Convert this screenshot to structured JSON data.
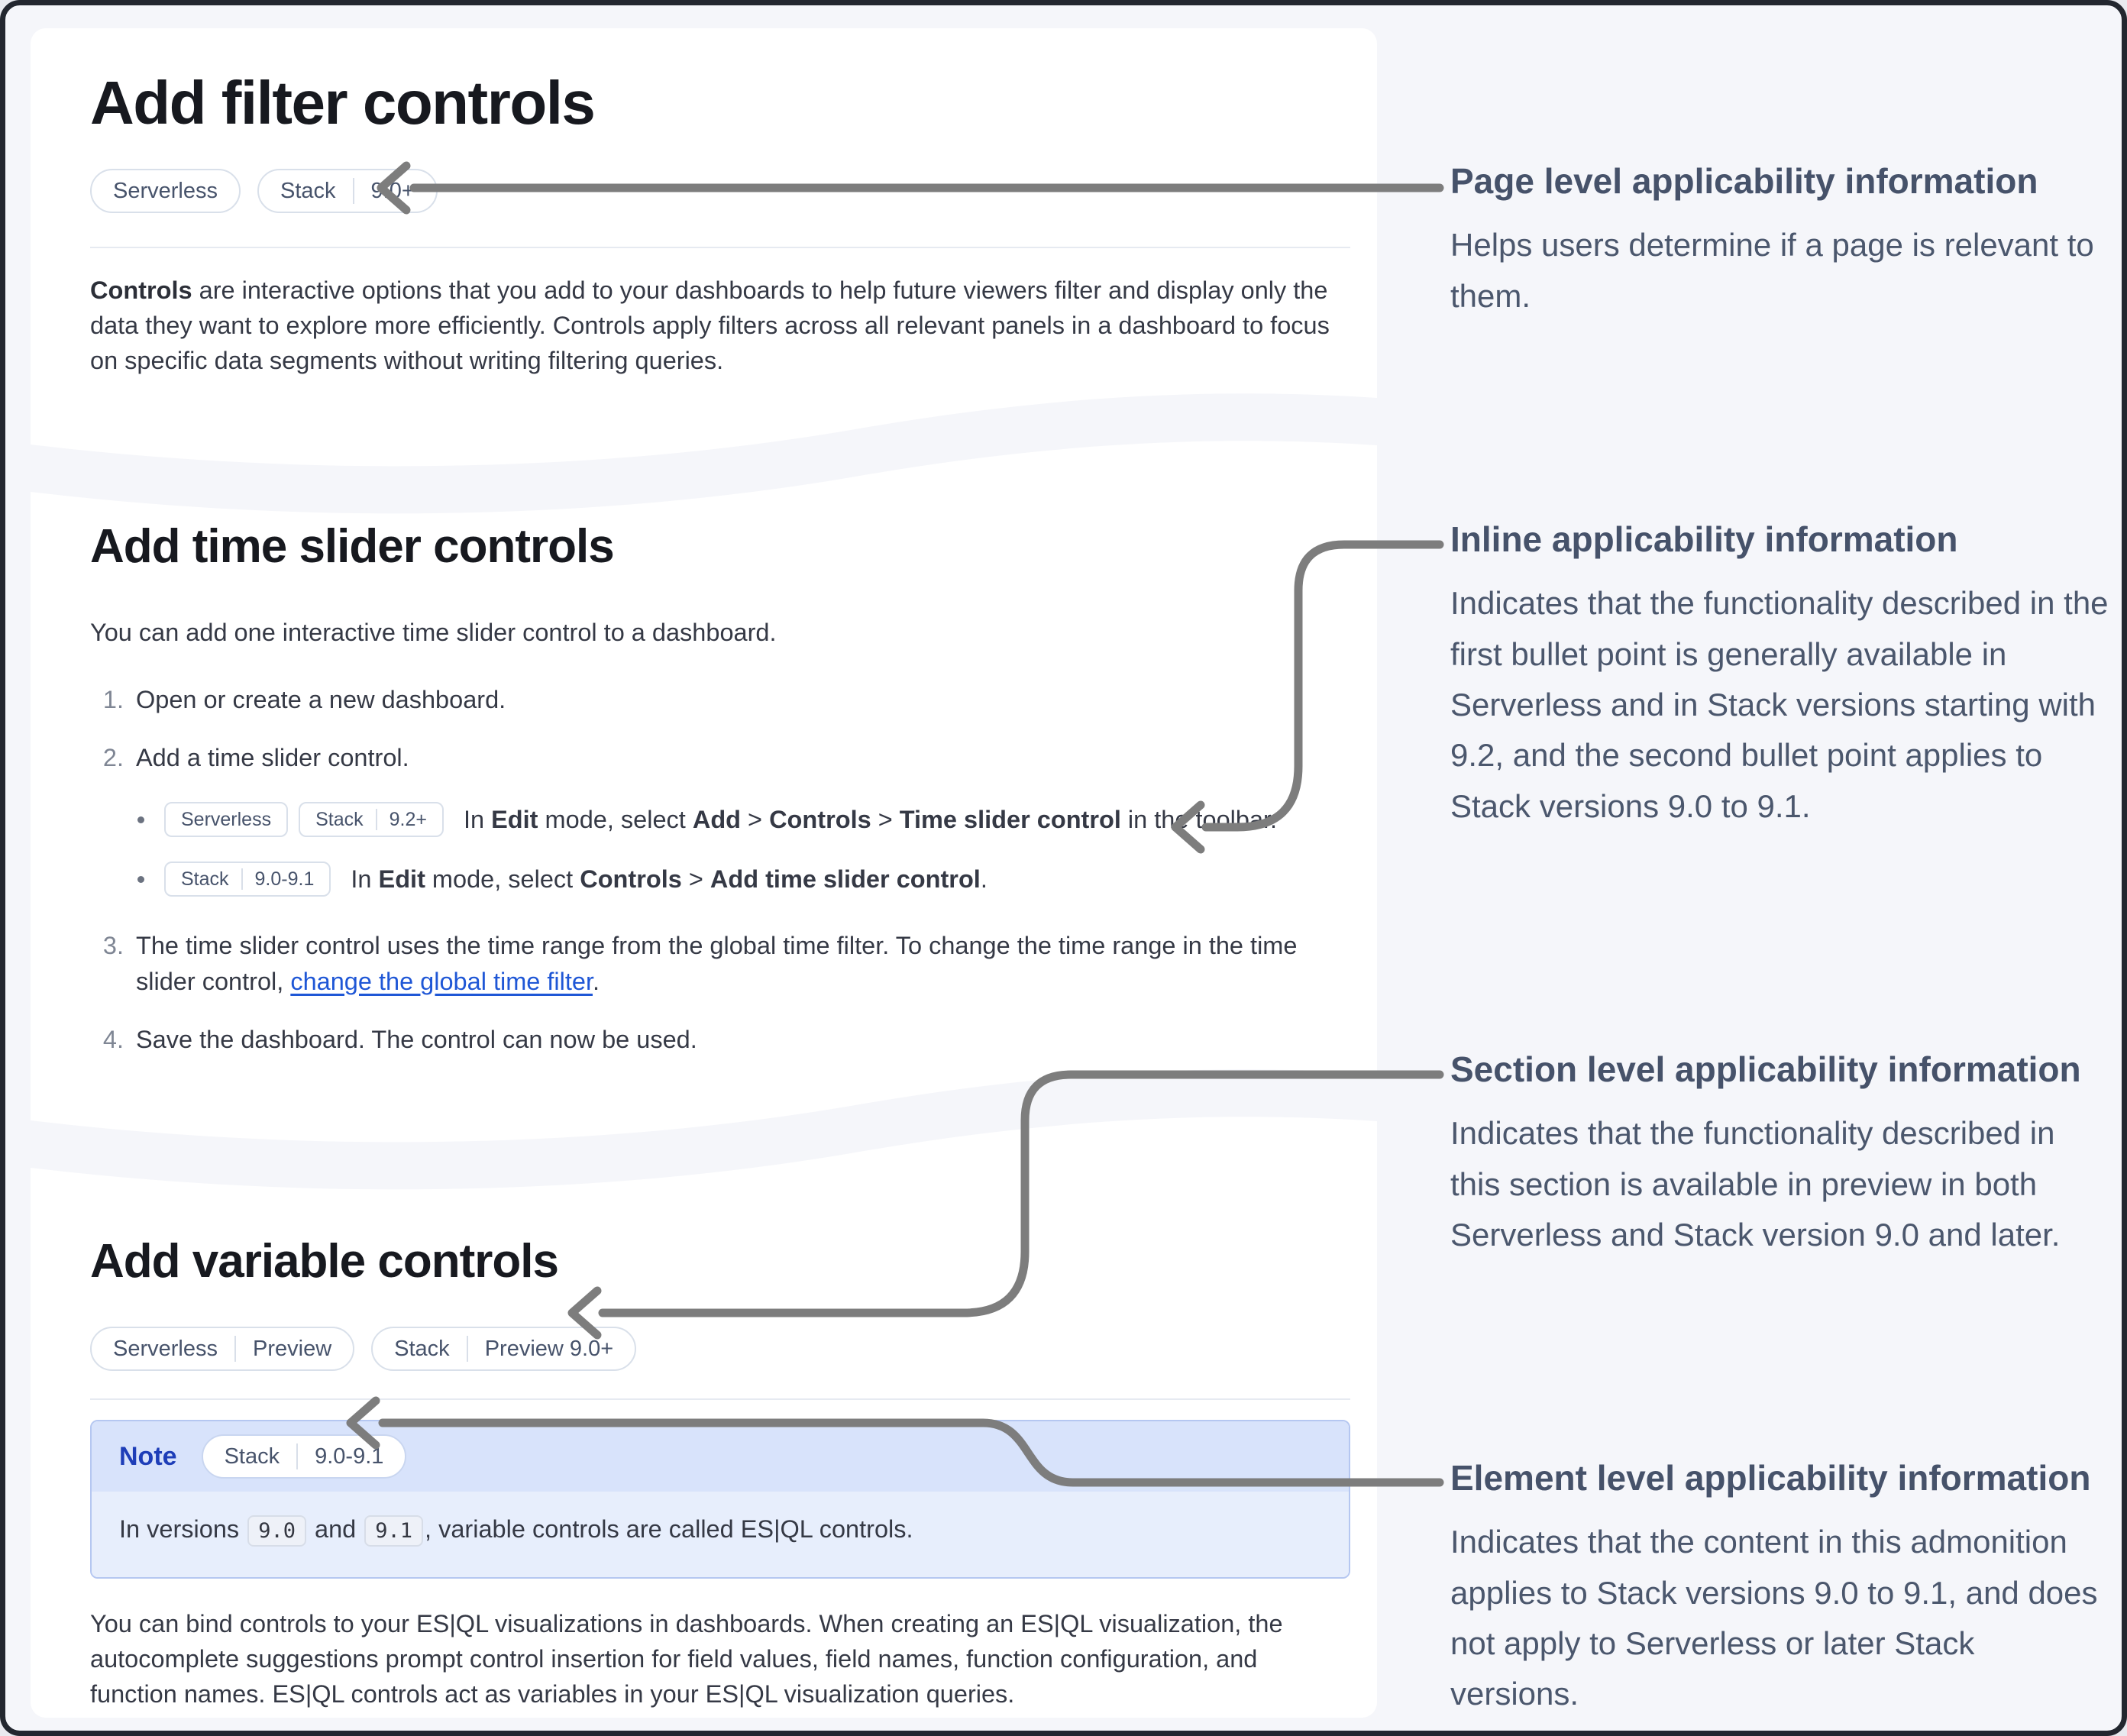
{
  "page": {
    "background": "#f5f6fa",
    "frame_color": "#23272f",
    "card_color": "#ffffff",
    "arrow_color": "#7d7d7d",
    "link_color": "#1f57d6",
    "note_header_bg": "#d8e3fb",
    "note_body_bg": "#e7eefc",
    "note_border": "#b5c7f1",
    "note_title_color": "#1e3eb8"
  },
  "doc": {
    "section1": {
      "title": "Add filter controls",
      "badges": [
        {
          "segments": [
            "Serverless"
          ]
        },
        {
          "segments": [
            "Stack",
            "9.0+"
          ]
        }
      ],
      "paragraph": [
        {
          "t": "Controls",
          "s": "b"
        },
        {
          "t": " are interactive options that you add to your dashboards to help future viewers filter and display only the data they want to explore more efficiently. Controls apply filters across all relevant panels in a dashboard to focus on specific data segments without writing filtering queries."
        }
      ]
    },
    "section2": {
      "title": "Add time slider controls",
      "intro": "You can add one interactive time slider control to a dashboard.",
      "steps": [
        {
          "num": "1.",
          "rich": [
            {
              "t": "Open or create a new dashboard."
            }
          ]
        },
        {
          "num": "2.",
          "rich": [
            {
              "t": "Add a time slider control."
            }
          ]
        },
        {
          "num": "3.",
          "rich": [
            {
              "t": "The time slider control uses the time range from the global time filter. To change the time range in the time slider control, "
            },
            {
              "t": "change the global time filter",
              "s": "a"
            },
            {
              "t": "."
            }
          ]
        },
        {
          "num": "4.",
          "rich": [
            {
              "t": "Save the dashboard. The control can now be used."
            }
          ]
        }
      ],
      "sub_bullets": [
        {
          "badges": [
            {
              "segments": [
                "Serverless"
              ]
            },
            {
              "segments": [
                "Stack",
                "9.2+"
              ]
            }
          ],
          "rich": [
            {
              "t": "In "
            },
            {
              "t": "Edit",
              "s": "b"
            },
            {
              "t": " mode, select "
            },
            {
              "t": "Add",
              "s": "b"
            },
            {
              "t": " > "
            },
            {
              "t": "Controls",
              "s": "b"
            },
            {
              "t": " > "
            },
            {
              "t": "Time slider control",
              "s": "b"
            },
            {
              "t": " in the toolbar."
            }
          ]
        },
        {
          "badges": [
            {
              "segments": [
                "Stack",
                "9.0-9.1"
              ]
            }
          ],
          "rich": [
            {
              "t": "In "
            },
            {
              "t": "Edit",
              "s": "b"
            },
            {
              "t": " mode, select "
            },
            {
              "t": "Controls",
              "s": "b"
            },
            {
              "t": " > "
            },
            {
              "t": "Add time slider control",
              "s": "b"
            },
            {
              "t": "."
            }
          ]
        }
      ]
    },
    "section3": {
      "title": "Add variable controls",
      "badges": [
        {
          "segments": [
            "Serverless",
            "Preview"
          ]
        },
        {
          "segments": [
            "Stack",
            "Preview 9.0+"
          ]
        }
      ],
      "note": {
        "label": "Note",
        "badge": {
          "segments": [
            "Stack",
            "9.0-9.1"
          ]
        },
        "rich": [
          {
            "t": "In versions "
          },
          {
            "t": "9.0",
            "s": "c"
          },
          {
            "t": " and "
          },
          {
            "t": "9.1",
            "s": "c"
          },
          {
            "t": ", variable controls are called ES|QL controls."
          }
        ]
      },
      "paragraph": "You can bind controls to your ES|QL visualizations in dashboards. When creating an ES|QL visualization, the autocomplete suggestions prompt control insertion for field values, field names, function configuration, and function names. ES|QL controls act as variables in your ES|QL visualization queries."
    }
  },
  "annotations": [
    {
      "title": "Page level applicability information",
      "body": "Helps users determine if a page is relevant to them."
    },
    {
      "title": "Inline applicability information",
      "body": "Indicates that the functionality described in the first bullet point is generally available in Serverless and in Stack versions starting with 9.2, and the second bullet point applies to Stack versions 9.0 to 9.1."
    },
    {
      "title": "Section level applicability information",
      "body": "Indicates that the functionality described in this section is available in preview in both Serverless and Stack version 9.0 and later."
    },
    {
      "title": "Element level applicability information",
      "body": "Indicates that the content in this admonition applies to Stack versions 9.0 to 9.1, and does not apply to Serverless or later Stack versions."
    }
  ]
}
